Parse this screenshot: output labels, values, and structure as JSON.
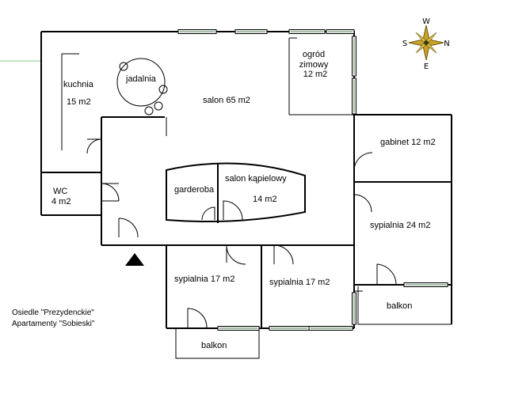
{
  "rooms": {
    "kuchnia": "kuchnia",
    "kuchnia_area": "15 m2",
    "jadalnia": "jadalnia",
    "salon": "salon   65 m2",
    "ogrod_1": "ogród",
    "ogrod_2": "zimowy",
    "ogrod_3": "12 m2",
    "wc_1": "WC",
    "wc_2": "4 m2",
    "garderoba": "garderoba",
    "lazienka_1": "salon kąpielowy",
    "lazienka_2": "14 m2",
    "gabinet": "gabinet 12 m2",
    "sypialnia_24": "sypialnia 24 m2",
    "sypialnia_17_left": "sypialnia 17 m2",
    "sypialnia_17_right": "sypialnia 17 m2",
    "balkon_left": "balkon",
    "balkon_right": "balkon"
  },
  "caption": {
    "line1": "Osiedle \"Prezydenckie\"",
    "line2": "Apartamenty \"Sobieski\""
  },
  "compass": {
    "w": "W",
    "s": "S",
    "n": "N",
    "e": "E"
  },
  "colors": {
    "compass_fill": "#c9a227",
    "window_glass": "#6a8f6a"
  }
}
